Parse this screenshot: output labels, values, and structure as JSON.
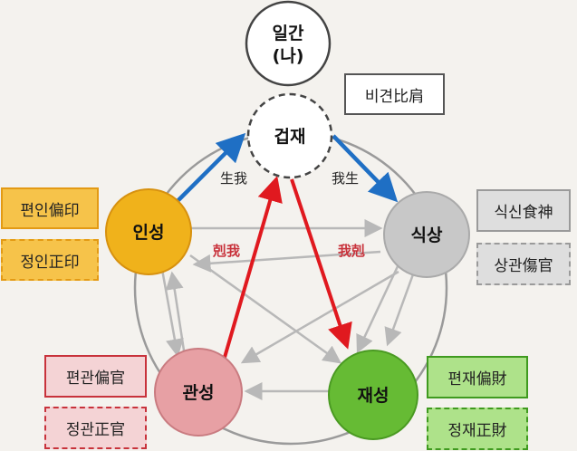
{
  "nodes": {
    "ilgan": {
      "label_line1": "일간",
      "label_line2": "(나)",
      "fill": "#ffffff"
    },
    "geopjae": {
      "label": "겁재",
      "fill": "#ffffff"
    },
    "inseong": {
      "label": "인성",
      "fill": "#f0b21b"
    },
    "siksang": {
      "label": "식상",
      "fill": "#c8c8c8"
    },
    "gwanseong": {
      "label": "관성",
      "fill": "#e7a0a4"
    },
    "jaeseong": {
      "label": "재성",
      "fill": "#66bb34"
    }
  },
  "relations": {
    "saeng_a": "生我",
    "a_saeng": "我生",
    "geuk_a": "剋我",
    "a_geuk": "我剋"
  },
  "boxes": {
    "bigyeon": "비견比肩",
    "pyeonin": "편인偏印",
    "jeongin": "정인正印",
    "siksin": "식신食神",
    "sanggwan": "상관傷官",
    "pyeongwan": "편관偏官",
    "jeonggwan": "정관正官",
    "pyeonjae": "편재偏財",
    "jeongjae": "정재正財"
  },
  "colors": {
    "blue_arrow": "#1f6fc4",
    "red_arrow": "#e0191f",
    "gray_arrow": "#b8b8b8",
    "yellow_box_fill": "#f6c34a",
    "yellow_box_border": "#e39a14",
    "gray_box_fill": "#dedede",
    "gray_box_border": "#9a9a9a",
    "pink_box_fill": "#f4d3d5",
    "pink_box_border": "#c8323b",
    "green_box_fill": "#aee28a",
    "green_box_border": "#3f9a1f"
  }
}
